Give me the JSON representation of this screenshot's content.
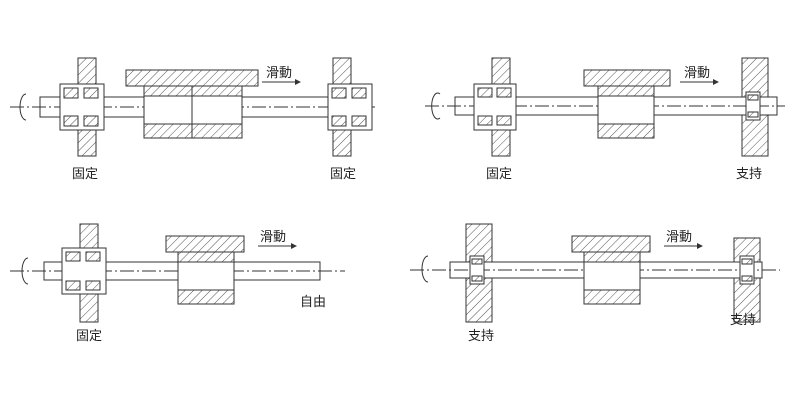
{
  "diagrams": [
    {
      "slide_label": "滑動",
      "left_label": "固定",
      "right_label": "固定"
    },
    {
      "slide_label": "滑動",
      "left_label": "固定",
      "right_label": "支持"
    },
    {
      "slide_label": "滑動",
      "left_label": "固定",
      "right_label": "自由"
    },
    {
      "slide_label": "滑動",
      "left_label": "支持",
      "right_label": "支持"
    }
  ],
  "colors": {
    "line": "#333333",
    "hatch": "#555555",
    "background": "#ffffff"
  }
}
